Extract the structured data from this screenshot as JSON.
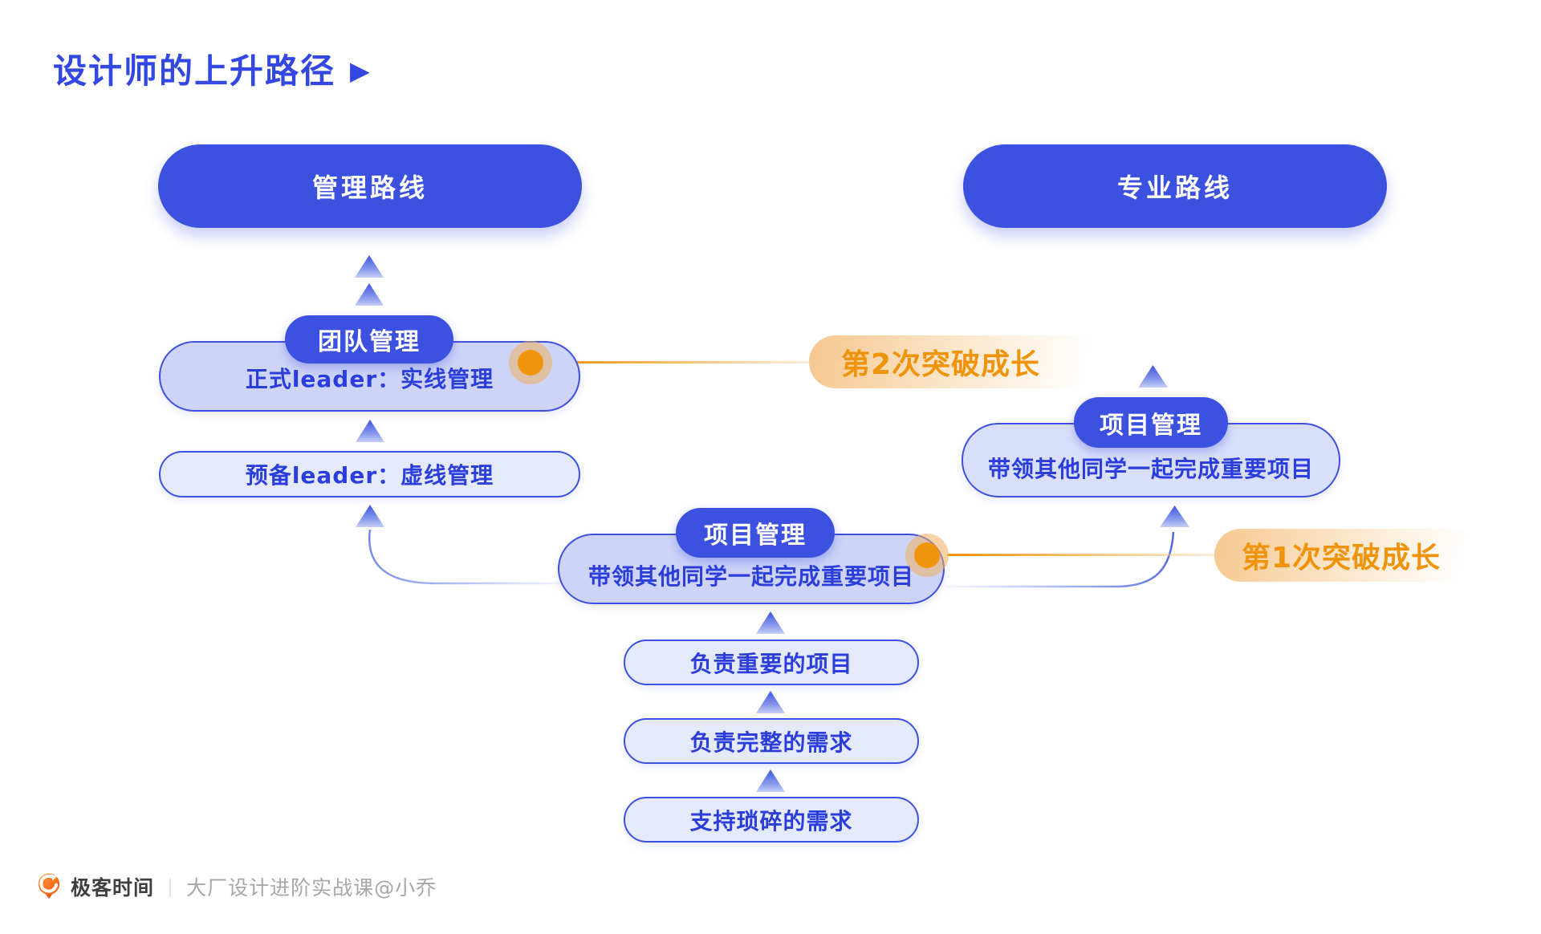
{
  "title": {
    "text": "设计师的上升路径",
    "arrow_icon": "▶"
  },
  "colors": {
    "primary-blue": "#3D51E0",
    "title-blue": "#3347E2",
    "text-blue": "#2B3EDC",
    "box-fill-mid": "#CDD4F8",
    "box-fill-right": "#D9DFFA",
    "box-fill-light": "#E5E9FC",
    "accent-orange": "#F0930D",
    "footer-gray": "#A7A7A7"
  },
  "management_route": {
    "header": "管理路线",
    "badge": "团队管理",
    "formal_leader": "正式leader：实线管理",
    "prep_leader": "预备leader：虚线管理"
  },
  "growth_track": {
    "badge": "项目管理",
    "lead_projects": "带领其他同学一起完成重要项目",
    "steps": [
      "负责重要的项目",
      "负责完整的需求",
      "支持琐碎的需求"
    ]
  },
  "professional_route": {
    "header": "专业路线",
    "badge": "项目管理",
    "lead_projects": "带领其他同学一起完成重要项目"
  },
  "annotations": {
    "breakthrough_2": "第2次突破成长",
    "breakthrough_1": "第1次突破成长"
  },
  "footer": {
    "brand": "极客时间",
    "divider": "|",
    "course": "大厂设计进阶实战课@小乔"
  }
}
